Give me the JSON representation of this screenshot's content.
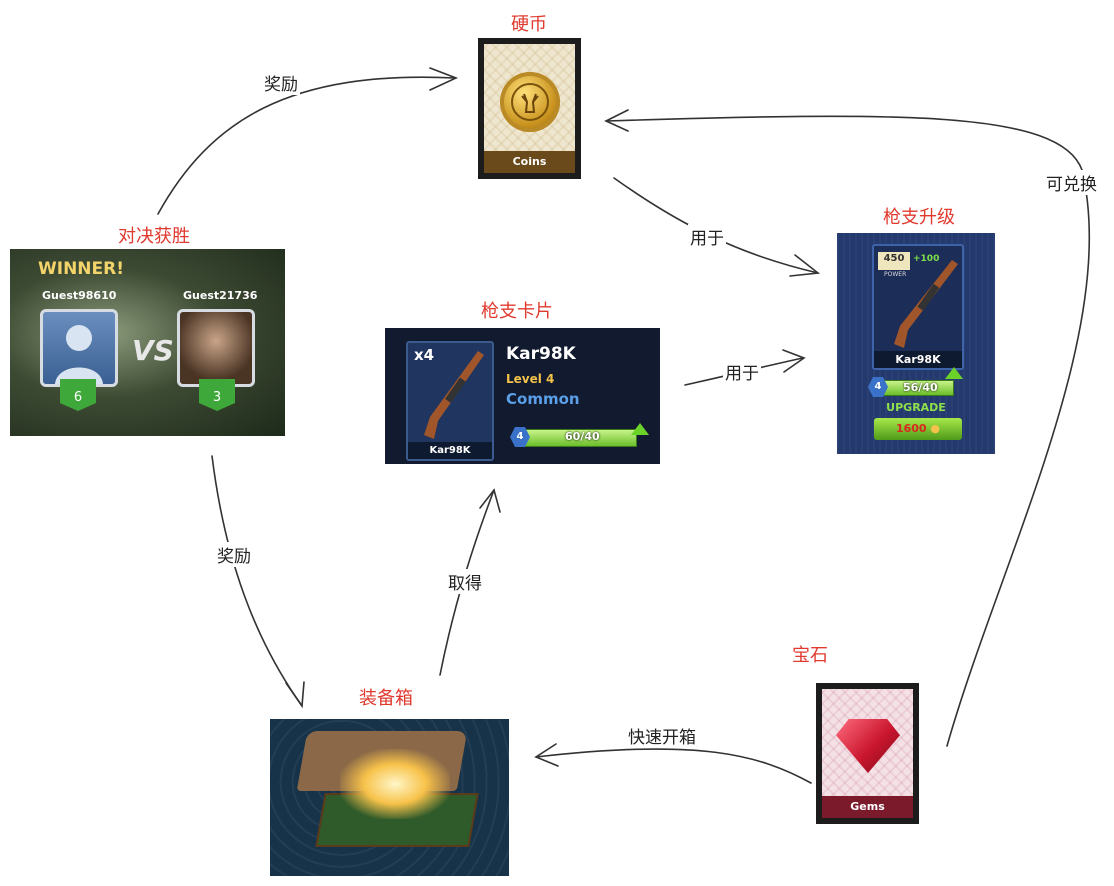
{
  "nodes": {
    "coins": {
      "label": "硬币",
      "card_text": "Coins"
    },
    "duel_win": {
      "label": "对决获胜",
      "winner_text": "WINNER!",
      "player_a": "Guest98610",
      "player_b": "Guest21736",
      "vs": "VS",
      "trophies_a": "6",
      "trophies_b": "3"
    },
    "gun_card": {
      "label": "枪支卡片",
      "count": "x4",
      "thumb_name": "Kar98K",
      "name": "Kar98K",
      "level": "Level 4",
      "rarity": "Common",
      "badge": "4",
      "progress_text": "60/40"
    },
    "gun_upgrade": {
      "label": "枪支升级",
      "power": "450",
      "power_label": "POWER",
      "power_plus": "+100",
      "thumb_name": "Kar98K",
      "badge": "4",
      "progress_text": "56/40",
      "upgrade_text": "UPGRADE",
      "cost": "1600"
    },
    "gems": {
      "label": "宝石",
      "card_text": "Gems"
    },
    "chest": {
      "label": "装备箱"
    }
  },
  "edges": {
    "win_to_coins": "奖励",
    "win_to_chest": "奖励",
    "coins_to_upgrade": "用于",
    "card_to_upgrade": "用于",
    "gems_to_coins": "可兑换",
    "gems_to_chest": "快速开箱",
    "chest_to_card": "取得"
  },
  "colors": {
    "node_label": "#e03a2f",
    "edge": "#333333"
  }
}
